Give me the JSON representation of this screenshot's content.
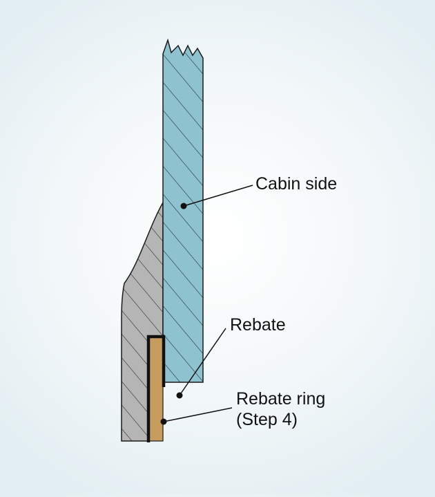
{
  "labels": {
    "cabin_side": "Cabin side",
    "rebate": "Rebate",
    "rebate_ring_line1": "Rebate ring",
    "rebate_ring_line2": "(Step 4)"
  },
  "colors": {
    "cabin_side_fill": "#8ec2cf",
    "filler_fill": "#b5b5b5",
    "rebate_ring_fill": "#c79d5f",
    "outline": "#1a1a1a",
    "background": "#eef5f7"
  }
}
